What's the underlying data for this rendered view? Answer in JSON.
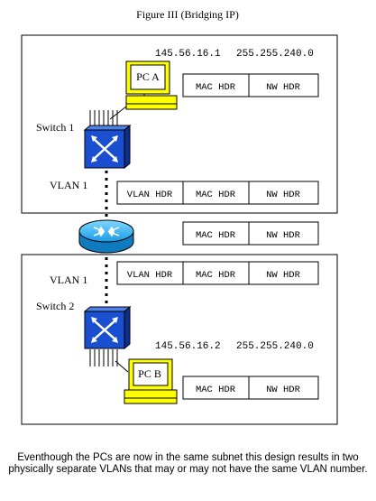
{
  "title": "Figure III (Bridging IP)",
  "pc_a": {
    "label": "PC A",
    "ip": "145.56.16.1",
    "mask": "255.255.240.0",
    "frame": [
      "MAC HDR",
      "NW HDR"
    ]
  },
  "pc_b": {
    "label": "PC B",
    "ip": "145.56.16.2",
    "mask": "255.255.240.0",
    "frame": [
      "MAC HDR",
      "NW HDR"
    ]
  },
  "switch1": {
    "label": "Switch 1",
    "vlan": "VLAN 1",
    "frame": [
      "VLAN HDR",
      "MAC HDR",
      "NW HDR"
    ]
  },
  "switch2": {
    "label": "Switch 2",
    "vlan": "VLAN 1",
    "frame": [
      "VLAN HDR",
      "MAC HDR",
      "NW HDR"
    ]
  },
  "router": {
    "frame": [
      "MAC HDR",
      "NW HDR"
    ]
  },
  "caption": "Eventhough the PCs are now in the same subnet this design results in two physically separate VLANs that may or may not have the same VLAN number.",
  "colors": {
    "switch_blue": "#1a4fd0",
    "pc_yellow": "#ffff00",
    "router_cyan": "#1fb0ff"
  },
  "icons": [
    "switch-icon",
    "router-icon",
    "pc-icon"
  ]
}
